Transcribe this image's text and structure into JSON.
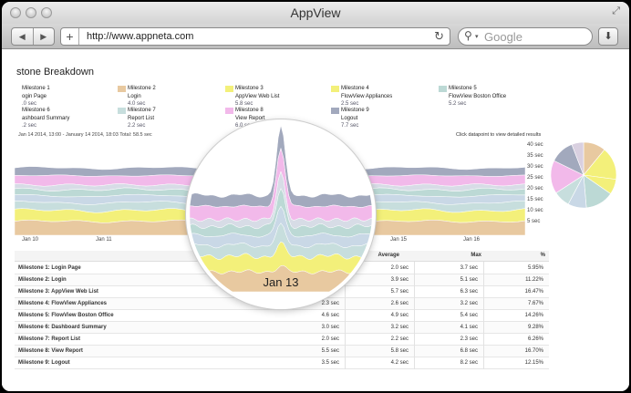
{
  "window": {
    "title": "AppView"
  },
  "toolbar": {
    "back_icon": "back-arrow-icon",
    "forward_icon": "forward-arrow-icon",
    "new_tab_glyph": "+",
    "url": "http://www.appneta.com",
    "reload_glyph": "↻",
    "search_placeholder": "Google",
    "download_glyph": "⬇"
  },
  "page": {
    "title": "stone Breakdown",
    "range_text": "Jan 14 2014, 13:00 - January 14 2014, 18:03 Total: 58.5 sec",
    "hint_text": "Click datapoint to view detailed results"
  },
  "legend": [
    {
      "label": "Milestone 1",
      "sub": "ogin Page",
      "value": ".0 sec",
      "color": "#c9d8e6"
    },
    {
      "label": "Milestone 2",
      "sub": "Login",
      "value": "4.0 sec",
      "color": "#e8c9a0"
    },
    {
      "label": "Milestone 3",
      "sub": "AppView Web List",
      "value": "5.8 sec",
      "color": "#f3f07a"
    },
    {
      "label": "Milestone 4",
      "sub": "FlowView Appliances",
      "value": "2.5 sec",
      "color": "#f3f07a"
    },
    {
      "label": "Milestone 5",
      "sub": "FlowView Boston Office",
      "value": "5.2 sec",
      "color": "#bcd9d5"
    },
    {
      "label": "Milestone 6",
      "sub": "ashboard Summary",
      "value": ".2 sec",
      "color": "#c9d8e6"
    },
    {
      "label": "Milestone 7",
      "sub": "Report List",
      "value": "2.2 sec",
      "color": "#c7dedd"
    },
    {
      "label": "Milestone 8",
      "sub": "View Report",
      "value": "6.0 sec",
      "color": "#f2b9ea"
    },
    {
      "label": "Milestone 9",
      "sub": "Logout",
      "value": "7.7 sec",
      "color": "#a2a9bd"
    }
  ],
  "chart": {
    "y_ticks": [
      "40 sec",
      "35 sec",
      "30 sec",
      "25 sec",
      "20 sec",
      "15 sec",
      "10 sec",
      "5 sec"
    ],
    "x_ticks": [
      "Jan 10",
      "Jan 11",
      "Jan 15",
      "Jan 16"
    ],
    "magnifier_label": "Jan 13",
    "layer_colors": [
      "#e8c9a0",
      "#f3f07a",
      "#c7dedd",
      "#c9d8e6",
      "#bcd9d5",
      "#d7dce6",
      "#f2b9ea",
      "#a2a9bd"
    ],
    "pie_values": [
      11.2,
      16.5,
      7.7,
      14.3,
      9.3,
      8.3,
      16.7,
      12.2,
      6.0
    ],
    "pie_colors": [
      "#e8c9a0",
      "#f3f07a",
      "#f3f07a",
      "#bcd9d5",
      "#c9d8e6",
      "#c7dedd",
      "#f2b9ea",
      "#a2a9bd",
      "#d9d0e0"
    ]
  },
  "table": {
    "headers": {
      "average": "Average",
      "max": "Max",
      "pct": "%"
    },
    "rows": [
      {
        "name": "Milestone 1: Login Page",
        "min": "",
        "avg": "2.0 sec",
        "max": "3.7 sec",
        "pct": "5.95%"
      },
      {
        "name": "Milestone 2: Login",
        "min": "",
        "avg": "3.9 sec",
        "max": "5.1 sec",
        "pct": "11.22%"
      },
      {
        "name": "Milestone 3: AppView Web List",
        "min": "",
        "avg": "5.7 sec",
        "max": "6.3 sec",
        "pct": "16.47%"
      },
      {
        "name": "Milestone 4: FlowView Appliances",
        "min": "2.3 sec",
        "avg": "2.6 sec",
        "max": "3.2 sec",
        "pct": "7.67%"
      },
      {
        "name": "Milestone 5: FlowView Boston Office",
        "min": "4.6 sec",
        "avg": "4.9 sec",
        "max": "5.4 sec",
        "pct": "14.26%"
      },
      {
        "name": "Milestone 6: Dashboard Summary",
        "min": "3.0 sec",
        "avg": "3.2 sec",
        "max": "4.1 sec",
        "pct": "9.28%"
      },
      {
        "name": "Milestone 7: Report List",
        "min": "2.0 sec",
        "avg": "2.2 sec",
        "max": "2.3 sec",
        "pct": "6.26%"
      },
      {
        "name": "Milestone 8: View Report",
        "min": "5.5 sec",
        "avg": "5.8 sec",
        "max": "6.8 sec",
        "pct": "16.70%"
      },
      {
        "name": "Milestone 9: Logout",
        "min": "3.5 sec",
        "avg": "4.2 sec",
        "max": "8.2 sec",
        "pct": "12.15%"
      }
    ]
  }
}
